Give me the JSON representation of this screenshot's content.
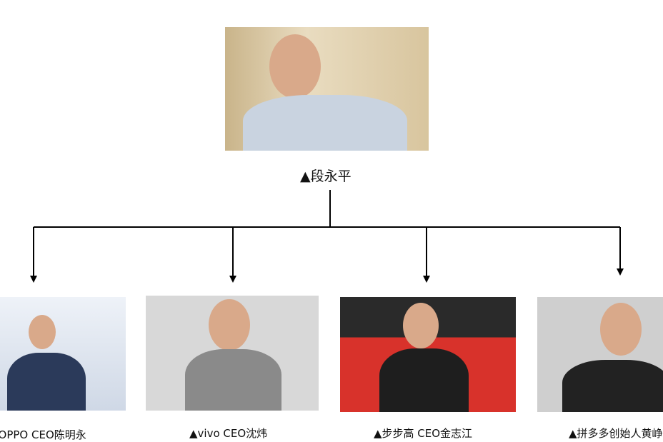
{
  "root": {
    "caption": "▲段永平"
  },
  "children": [
    {
      "caption": "▲OPPO CEO陈明永"
    },
    {
      "caption": "▲vivo CEO沈炜"
    },
    {
      "caption": "▲步步高 CEO金志江"
    },
    {
      "caption": "▲拼多多创始人黄峥"
    }
  ],
  "colors": {
    "line": "#000000",
    "bg": "#ffffff"
  }
}
